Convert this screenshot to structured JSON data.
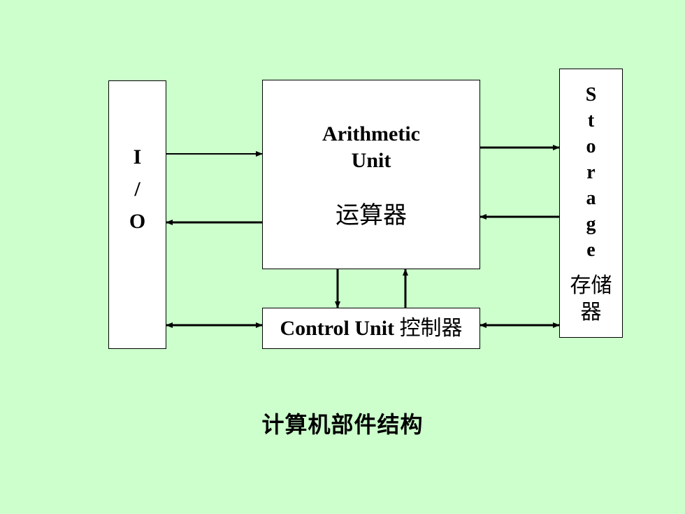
{
  "io": {
    "letters": [
      "I",
      "/",
      "O"
    ]
  },
  "arithmetic_unit": {
    "label_line1": "Arithmetic",
    "label_line2": "Unit",
    "label_cn": "运算器"
  },
  "control_unit": {
    "label_en": "Control Unit",
    "label_cn": "控制器"
  },
  "storage": {
    "letters": [
      "S",
      "t",
      "o",
      "r",
      "a",
      "g",
      "e"
    ],
    "label_cn_line1": "存储",
    "label_cn_line2": "器"
  },
  "caption": "计算机部件结构",
  "colors": {
    "background": "#ccffcc",
    "box_fill": "#ffffff",
    "stroke": "#000000"
  }
}
